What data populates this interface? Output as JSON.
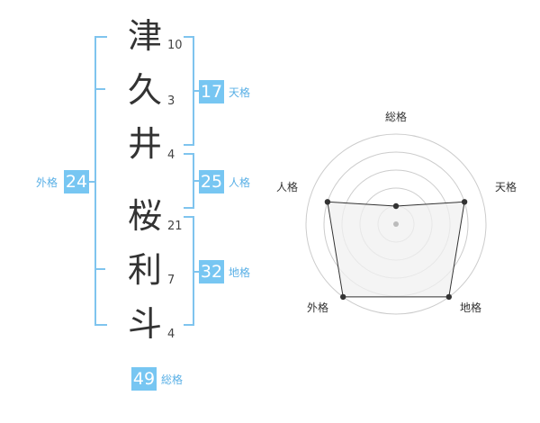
{
  "name": [
    {
      "char": "津",
      "strokes": "10"
    },
    {
      "char": "久",
      "strokes": "3"
    },
    {
      "char": "井",
      "strokes": "4"
    },
    {
      "char": "桜",
      "strokes": "21"
    },
    {
      "char": "利",
      "strokes": "7"
    },
    {
      "char": "斗",
      "strokes": "4"
    }
  ],
  "kaku": {
    "tenkaku": {
      "value": "17",
      "label": "天格"
    },
    "jinkaku": {
      "value": "25",
      "label": "人格"
    },
    "chikaku": {
      "value": "32",
      "label": "地格"
    },
    "gaikaku": {
      "value": "24",
      "label": "外格"
    },
    "soukaku": {
      "value": "49",
      "label": "総格"
    }
  },
  "chart_data": {
    "type": "radar",
    "axes": [
      "総格",
      "天格",
      "地格",
      "外格",
      "人格"
    ],
    "values": [
      1,
      4,
      5,
      5,
      4
    ],
    "rmax": 5,
    "colors": {
      "fill": "#f0f0f0",
      "line": "#333333",
      "grid": "#cccccc",
      "center": "#bbbbbb"
    }
  }
}
